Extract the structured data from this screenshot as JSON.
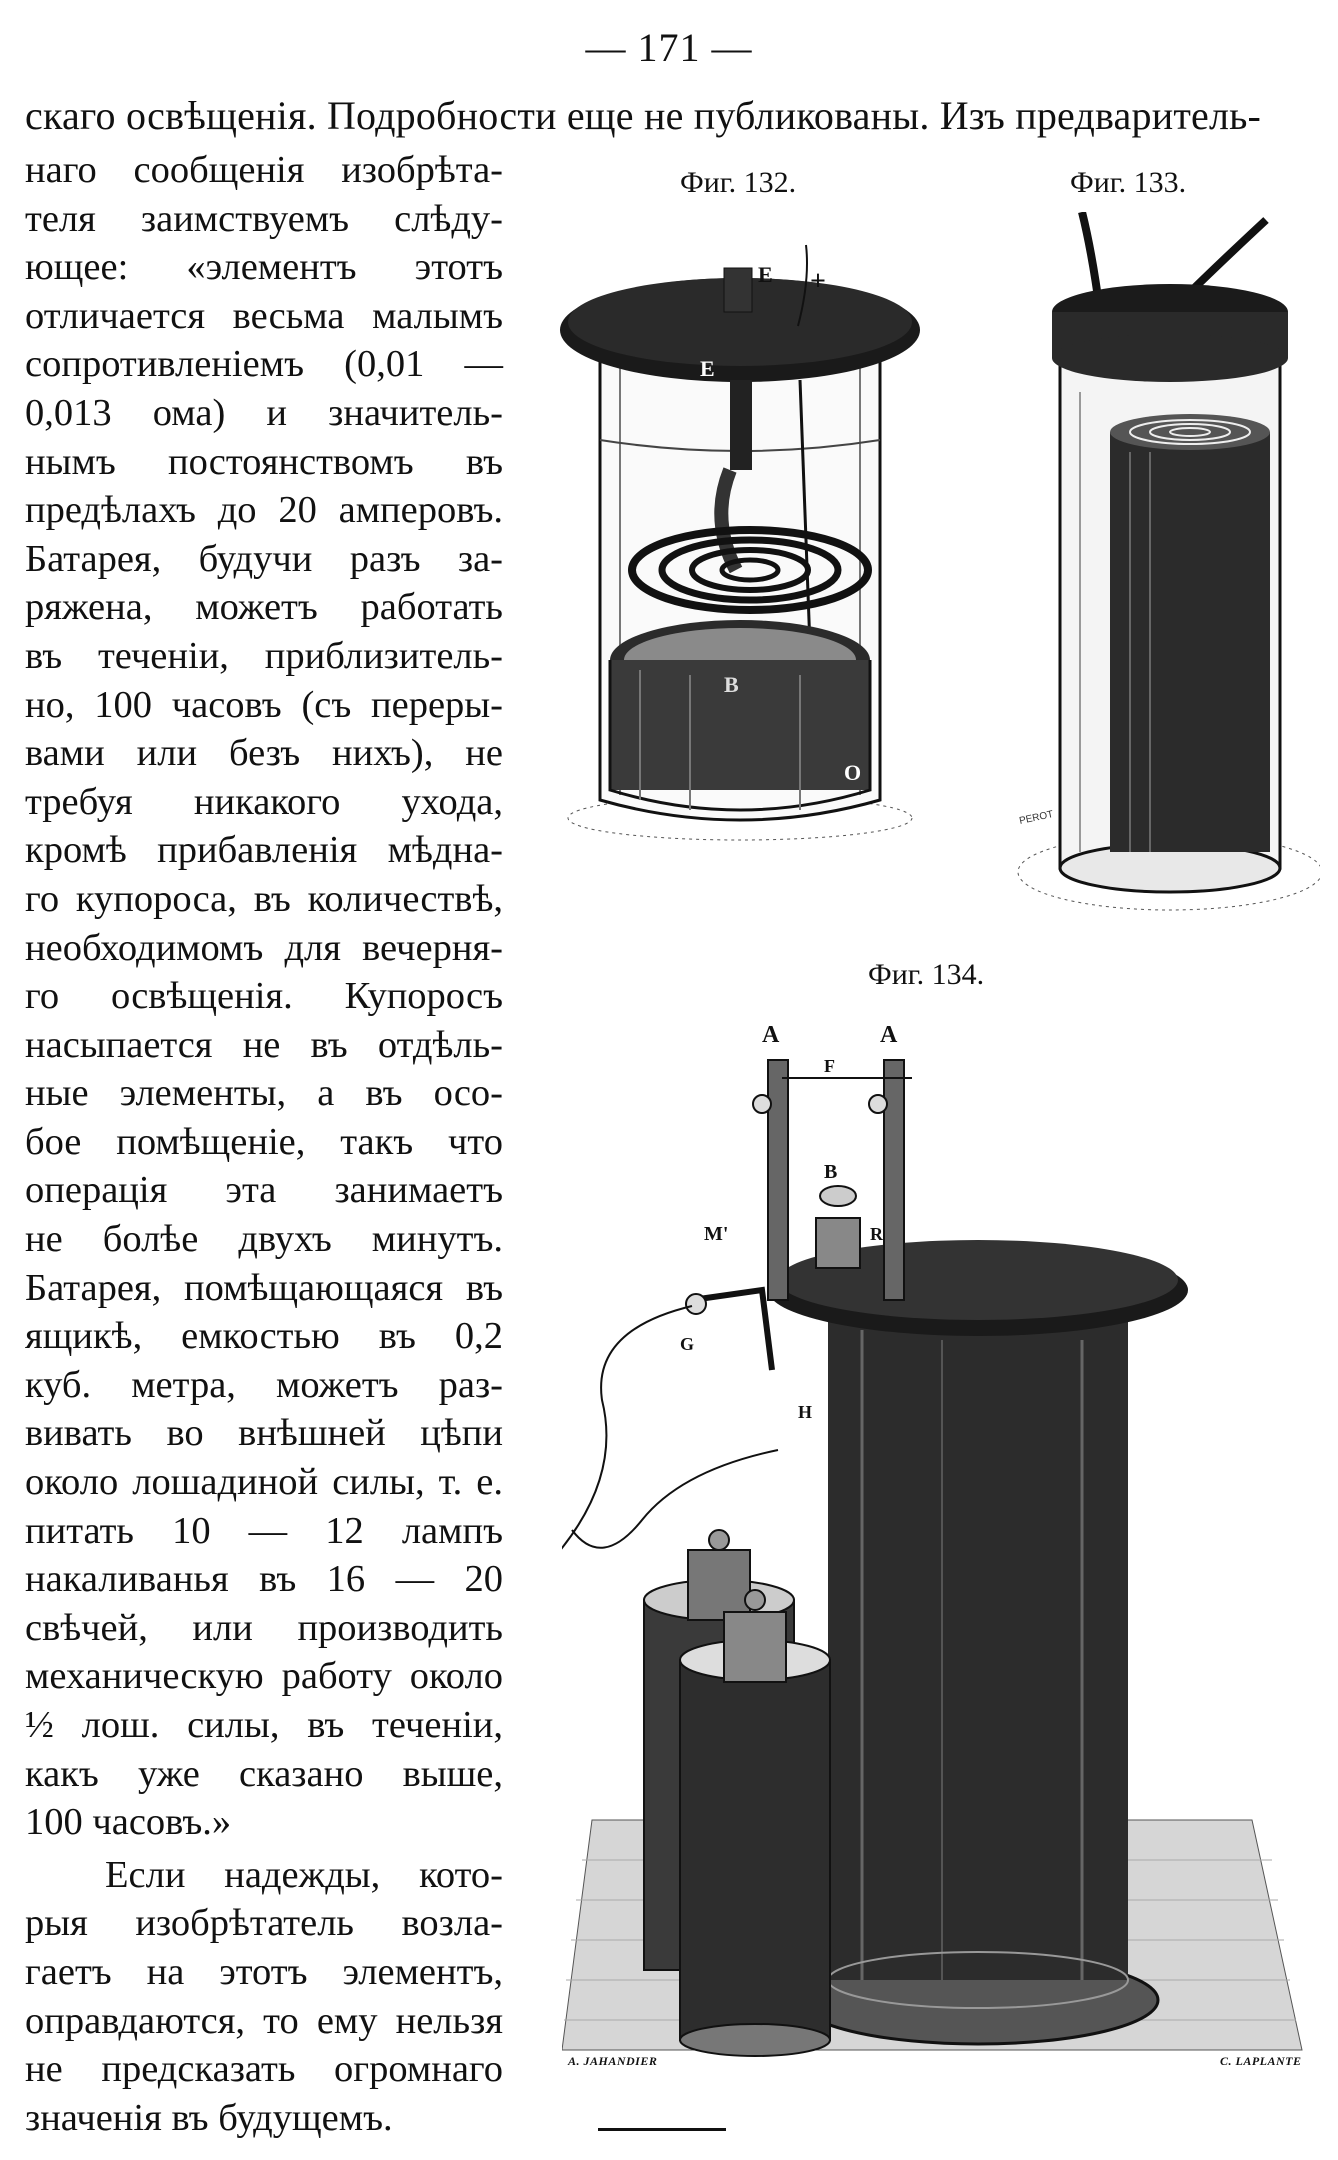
{
  "page_number": "— 171 —",
  "lead_line": "скаго освѣщенія. Подробности еще не публикованы. Изъ предваритель-",
  "body_lines": [
    "наго сообщенія изобрѣта-",
    "теля заимствуемъ слѣду-",
    "ющее: «элементъ этотъ",
    "отличается весьма малымъ",
    "сопротивленіемъ (0,01 —",
    "0,013 ома) и значитель-",
    "нымъ постоянствомъ въ",
    "предѣлахъ до 20 амперовъ.",
    "Батарея, будучи разъ за-",
    "ряжена, можетъ работать",
    "въ теченіи, приблизитель-",
    "но, 100 часовъ (съ переры-",
    "вами или безъ нихъ), не",
    "требуя никакого ухода,",
    "кромѣ прибавленія мѣдна-",
    "го купороса, въ количествѣ,",
    "необходимомъ для вечерня-",
    "го освѣщенія. Купоросъ",
    "насыпается не въ отдѣль-",
    "ные элементы, а въ осо-",
    "бое помѣщеніе, такъ что",
    "операція эта занимаетъ",
    "не болѣе двухъ минутъ.",
    "Батарея, помѣщающаяся въ",
    "ящикѣ, емкостью въ 0,2",
    "куб. метра, можетъ раз-",
    "вивать во внѣшней цѣпи",
    "около лошадиной силы, т. е.",
    "питать 10 — 12 лампъ",
    "накаливанья въ 16 — 20",
    "свѣчей, или производить",
    "механическую работу около",
    "½ лош. силы, въ теченіи,",
    "какъ уже сказано выше,",
    "100 часовъ.»"
  ],
  "paragraph2_lines": [
    "Если надежды, кото-",
    "рыя изобрѣтатель возла-",
    "гаетъ на этотъ элементъ,",
    "оправдаются, то ему нельзя",
    "не предсказать огромнаго",
    "значенія въ будущемъ."
  ],
  "figures": {
    "fig132": {
      "caption": "Фиг. 132.",
      "labels": {
        "e_top": "E",
        "e_mid": "E",
        "plus": "+",
        "b": "B",
        "o": "O"
      }
    },
    "fig133": {
      "caption": "Фиг. 133.",
      "maker": "PEROT"
    },
    "fig134": {
      "caption": "Фиг. 134.",
      "labels": {
        "a_left": "A",
        "a_right": "A",
        "f": "F",
        "b": "B",
        "r": "R",
        "m": "M'",
        "g": "G",
        "h": "H"
      },
      "signature_left": "A. JAHANDIER",
      "signature_right": "C. LAPLANTE"
    }
  }
}
